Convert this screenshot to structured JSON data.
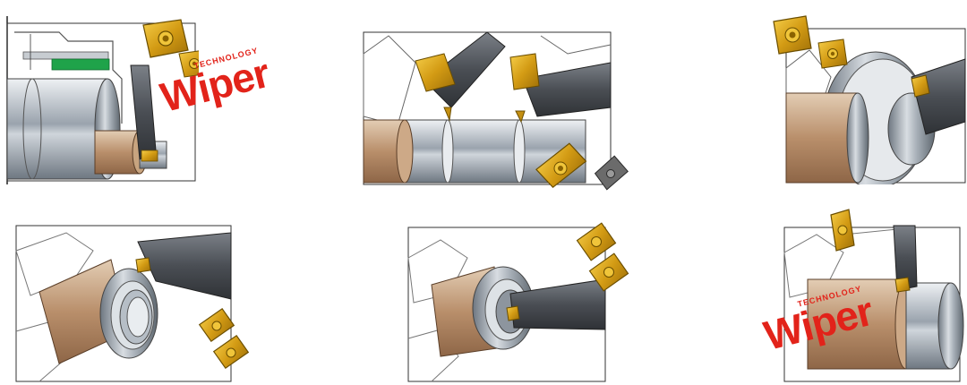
{
  "badges": {
    "top": {
      "sub": "TECHNOLOGY",
      "word": "Wiper"
    },
    "bottom": {
      "sub": "TECHNOLOGY",
      "word": "Wiper"
    }
  },
  "colors": {
    "insert_gold": "#d9a520",
    "insert_dark": "#6b6b6b",
    "workpiece_tan": "#c9a987",
    "steel": "#b8c0c8",
    "holder": "#4f5358",
    "green_stripe": "#1fa34a",
    "badge_red": "#e2231a"
  },
  "panels": [
    {
      "id": "external-turning",
      "icon": "external-turning-illustration"
    },
    {
      "id": "grooving",
      "icon": "grooving-illustration"
    },
    {
      "id": "face-turning",
      "icon": "face-turning-illustration"
    },
    {
      "id": "internal-profiling",
      "icon": "internal-profiling-illustration"
    },
    {
      "id": "internal-boring",
      "icon": "internal-boring-illustration"
    },
    {
      "id": "shoulder-turning",
      "icon": "shoulder-turning-illustration"
    }
  ]
}
